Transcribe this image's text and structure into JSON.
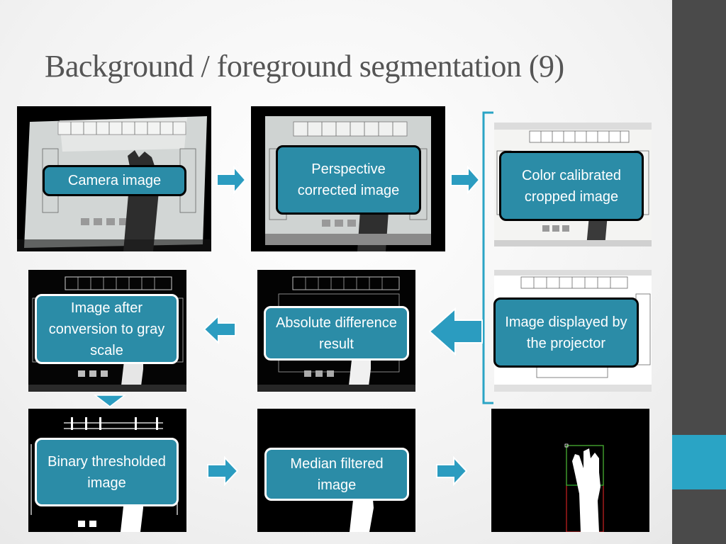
{
  "slide": {
    "title": "Background / foreground segmentation (9)"
  },
  "labels": {
    "camera": "Camera image",
    "perspective": "Perspective corrected image",
    "color": "Color calibrated cropped image",
    "projector": "Image displayed by the projector",
    "absolute": "Absolute difference result",
    "gray": "Image after conversion to gray scale",
    "binary": "Binary thresholded image",
    "median": "Median filtered image"
  },
  "colors": {
    "accent": "#2aa4c5",
    "label_fill": "#2b8ca7",
    "sidebar": "#4a4a4a",
    "title": "#555555"
  }
}
